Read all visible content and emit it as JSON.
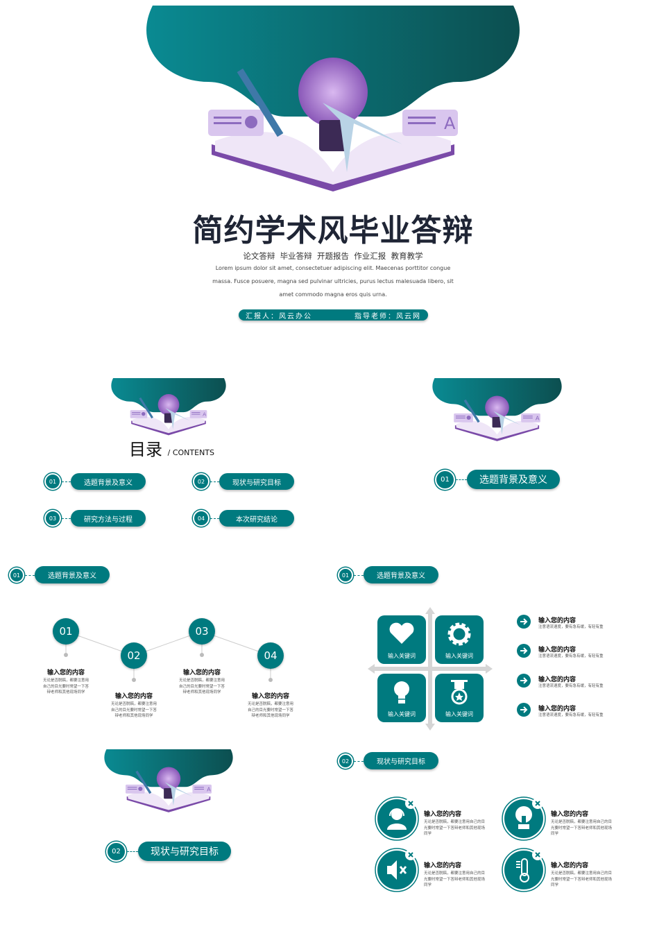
{
  "colors": {
    "accent": "#007a7f",
    "purple": "#9b6fc4"
  },
  "cover": {
    "title": "简约学术风毕业答辩",
    "tags": "论文答辩  毕业答辩  开题报告  作业汇报  教育教学",
    "lorem": [
      "Lorem ipsum dolor sit amet, consectetuer adipiscing elit. Maecenas porttitor congue",
      "massa. Fusce posuere, magna sed pulvinar ultricies, purus lectus malesuada libero, sit",
      "amet commodo magna eros quis urna."
    ],
    "reporter": "汇报人：风云办公",
    "advisor": "指导老师：风云网"
  },
  "toc": {
    "title": "目录",
    "subtitle": "/ CONTENTS",
    "items": [
      {
        "num": "01",
        "label": "选题背景及意义"
      },
      {
        "num": "02",
        "label": "现状与研究目标"
      },
      {
        "num": "03",
        "label": "研究方法与过程"
      },
      {
        "num": "04",
        "label": "本次研究结论"
      }
    ]
  },
  "section1": {
    "num": "01",
    "label": "选题背景及意义"
  },
  "slide4": {
    "num": "01",
    "label": "选题背景及意义",
    "steps": [
      {
        "num": "01",
        "title": "输入您的内容",
        "text": "无论是否脱稿，都要注意用自己的目光要时常望一下答辩老师和其他现场同学"
      },
      {
        "num": "02",
        "title": "输入您的内容",
        "text": "无论是否脱稿，都要注意用自己的目光要时常望一下答辩老师和其他现场同学"
      },
      {
        "num": "03",
        "title": "输入您的内容",
        "text": "无论是否脱稿，都要注意用自己的目光要时常望一下答辩老师和其他现场同学"
      },
      {
        "num": "04",
        "title": "输入您的内容",
        "text": "无论是否脱稿，都要注意用自己的目光要时常望一下答辩老师和其他现场同学"
      }
    ]
  },
  "slide5": {
    "num": "01",
    "label": "选题背景及意义",
    "tiles": [
      {
        "icon": "heart-icon",
        "label": "输入关键词"
      },
      {
        "icon": "gear-icon",
        "label": "输入关键词"
      },
      {
        "icon": "lightbulb-icon",
        "label": "输入关键词"
      },
      {
        "icon": "medal-icon",
        "label": "输入关键词"
      }
    ],
    "items": [
      {
        "title": "输入您的内容",
        "text": "注意语流速度，要有急有缓，有轻有重"
      },
      {
        "title": "输入您的内容",
        "text": "注意语流速度，要有急有缓，有轻有重"
      },
      {
        "title": "输入您的内容",
        "text": "注意语流速度，要有急有缓，有轻有重"
      },
      {
        "title": "输入您的内容",
        "text": "注意语流速度，要有急有缓，有轻有重"
      }
    ]
  },
  "section2": {
    "num": "02",
    "label": "现状与研究目标"
  },
  "slide7": {
    "num": "02",
    "label": "现状与研究目标",
    "items": [
      {
        "icon": "customer-service-icon",
        "title": "输入您的内容",
        "text": "无论是否脱稿，都要注意用自己的目光要时常望一下答辩老师和其他现场同学"
      },
      {
        "icon": "lamp-icon",
        "title": "输入您的内容",
        "text": "无论是否脱稿，都要注意用自己的目光要时常望一下答辩老师和其他现场同学"
      },
      {
        "icon": "mute-icon",
        "title": "输入您的内容",
        "text": "无论是否脱稿，都要注意用自己的目光要时常望一下答辩老师和其他现场同学"
      },
      {
        "icon": "thermometer-icon",
        "title": "输入您的内容",
        "text": "无论是否脱稿，都要注意用自己的目光要时常望一下答辩老师和其他现场同学"
      }
    ]
  }
}
